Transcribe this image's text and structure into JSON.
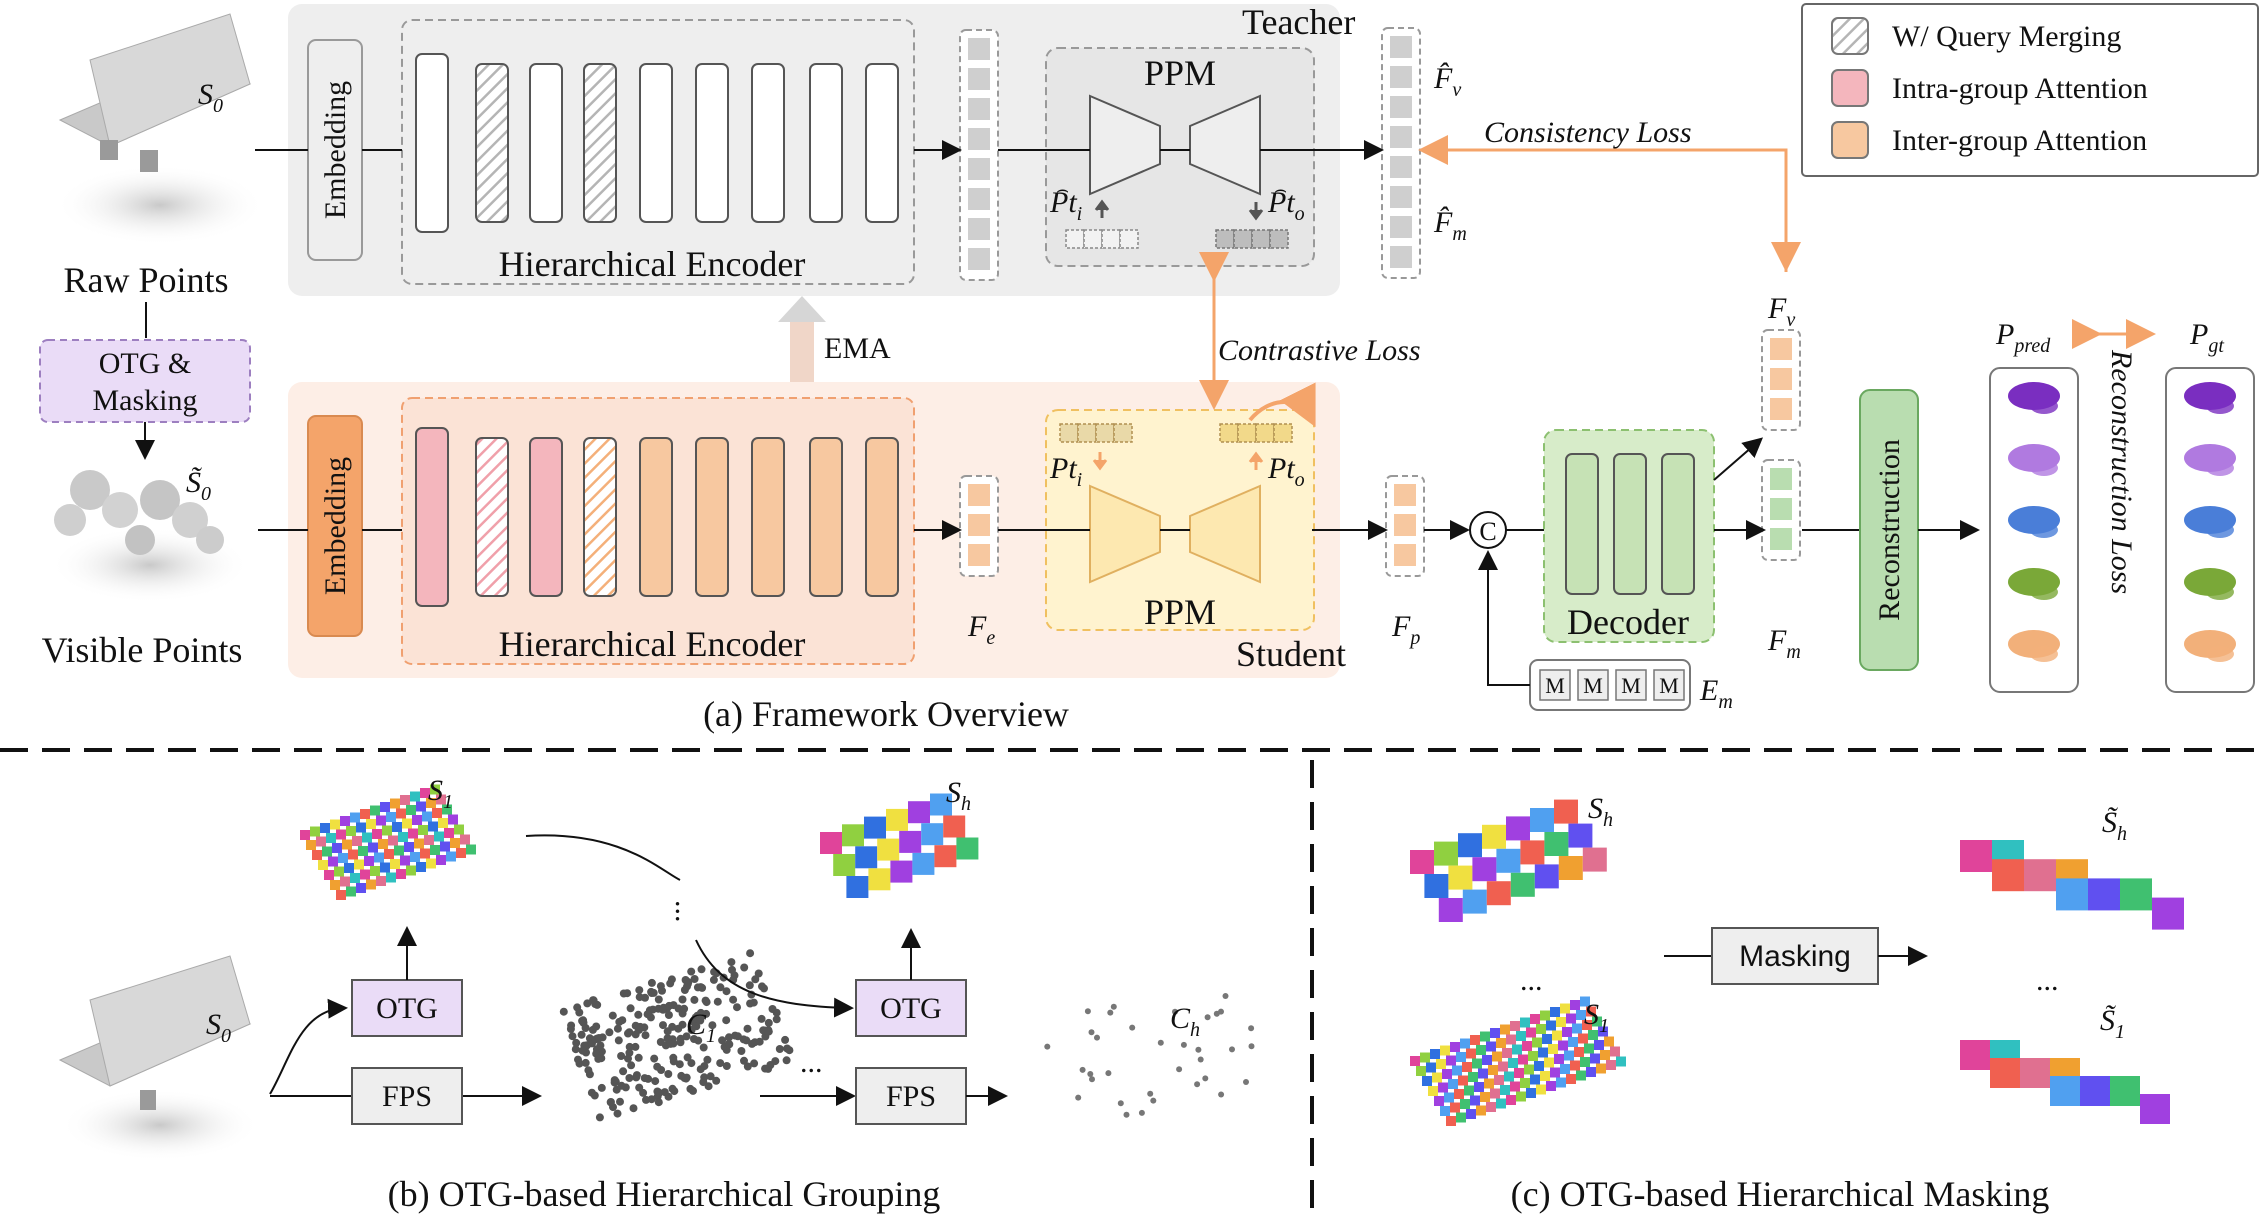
{
  "framework": {
    "caption": "(a) Framework Overview",
    "teacher_label": "Teacher",
    "student_label": "Student",
    "raw_points": "Raw Points",
    "raw_symbol": "S",
    "raw_sub": "0",
    "visible_points": "Visible Points",
    "visible_symbol": "S̃",
    "visible_sub": "0",
    "otg_masking_line1": "OTG &",
    "otg_masking_line2": "Masking",
    "embedding": "Embedding",
    "hier_encoder": "Hierarchical Encoder",
    "ppm": "PPM",
    "ema": "EMA",
    "consistency_loss": "Consistency Loss",
    "contrastive_loss": "Contrastive Loss",
    "reconstruction_loss": "Reconstruction Loss",
    "decoder": "Decoder",
    "reconstruction": "Reconstruction",
    "concat_symbol": "C",
    "mask_token": "M",
    "pt_i": "Pt",
    "pt_i_sub": "i",
    "pt_o": "Pt",
    "pt_o_sub": "o",
    "fv_hat": "F̂",
    "fv_hat_sub": "v",
    "fm_hat": "F̂",
    "fm_hat_sub": "m",
    "fe": "F",
    "fe_sub": "e",
    "fp": "F",
    "fp_sub": "p",
    "fv": "F",
    "fv_sub": "v",
    "fm": "F",
    "fm_sub": "m",
    "em": "E",
    "em_sub": "m",
    "p_pred": "P",
    "p_pred_sub": "pred",
    "p_gt": "P",
    "p_gt_sub": "gt"
  },
  "legend": {
    "items": [
      {
        "label": "W/ Query Merging",
        "color": "#d9d9d9",
        "hatched": true
      },
      {
        "label": "Intra-group Attention",
        "color": "#f4b6bd",
        "hatched": false
      },
      {
        "label": "Inter-group Attention",
        "color": "#f7c8a0",
        "hatched": false
      }
    ]
  },
  "grouping": {
    "caption": "(b) OTG-based Hierarchical Grouping",
    "otg": "OTG",
    "fps": "FPS",
    "ellipsis": "...",
    "s0": "S",
    "s0_sub": "0",
    "s1": "S",
    "s1_sub": "1",
    "sh": "S",
    "sh_sub": "h",
    "c1": "C",
    "c1_sub": "1",
    "ch": "C",
    "ch_sub": "h"
  },
  "masking": {
    "caption": "(c) OTG-based Hierarchical Masking",
    "masking": "Masking",
    "ellipsis": "...",
    "sh": "S",
    "sh_sub": "h",
    "s1": "S",
    "s1_sub": "1",
    "sh_t": "S̃",
    "sh_t_sub": "h",
    "s1_t": "S̃",
    "s1_t_sub": "1"
  },
  "colors": {
    "teacher_bg": "#eeeeee",
    "student_bg": "#fdeee6",
    "student_ppm_bg": "#fff3cf",
    "orange": "#f4a46a",
    "pink": "#f4b6bd",
    "peach": "#f7c8a0",
    "green": "#c6e2b5",
    "otg_purple": "#eadcf7"
  }
}
